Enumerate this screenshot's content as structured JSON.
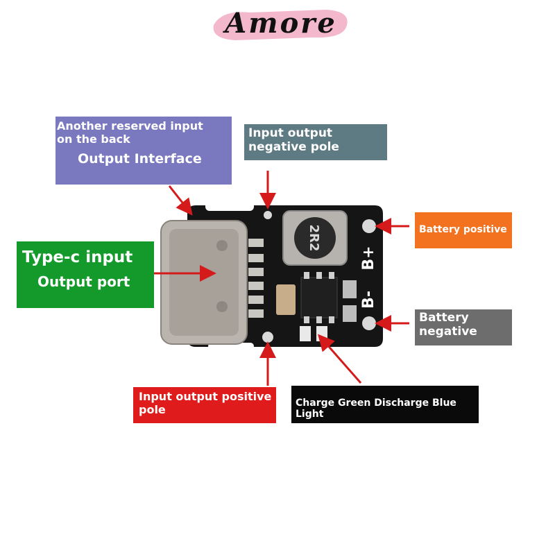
{
  "logo": {
    "text": "Amore",
    "brush_color": "#f4b8cc"
  },
  "labels": {
    "reserved_input": {
      "line1": "Another reserved input",
      "line2": "on the back",
      "line3": "Output Interface",
      "color": "#7a78bf"
    },
    "neg_pole": {
      "line1": "Input output",
      "line2": "negative pole",
      "color": "#5e7a82"
    },
    "batt_pos": {
      "text": "Battery positive",
      "color": "#f37220"
    },
    "typec": {
      "line1": "Type-c input",
      "line2": "Output port",
      "color": "#139a2a"
    },
    "batt_neg": {
      "line1": "Battery",
      "line2": "negative",
      "color": "#6d6d6d"
    },
    "pos_pole": {
      "line1": "Input output positive",
      "line2": "pole",
      "color": "#e01b1b"
    },
    "led": {
      "text": "Charge Green Discharge Blue Light",
      "color": "#0a0a0a"
    }
  },
  "board": {
    "pad_bplus": "B+",
    "pad_bminus": "B-",
    "inductor_marking": "2R2"
  },
  "colors": {
    "arrow": "#d41a1a",
    "pcb": "#151515"
  }
}
